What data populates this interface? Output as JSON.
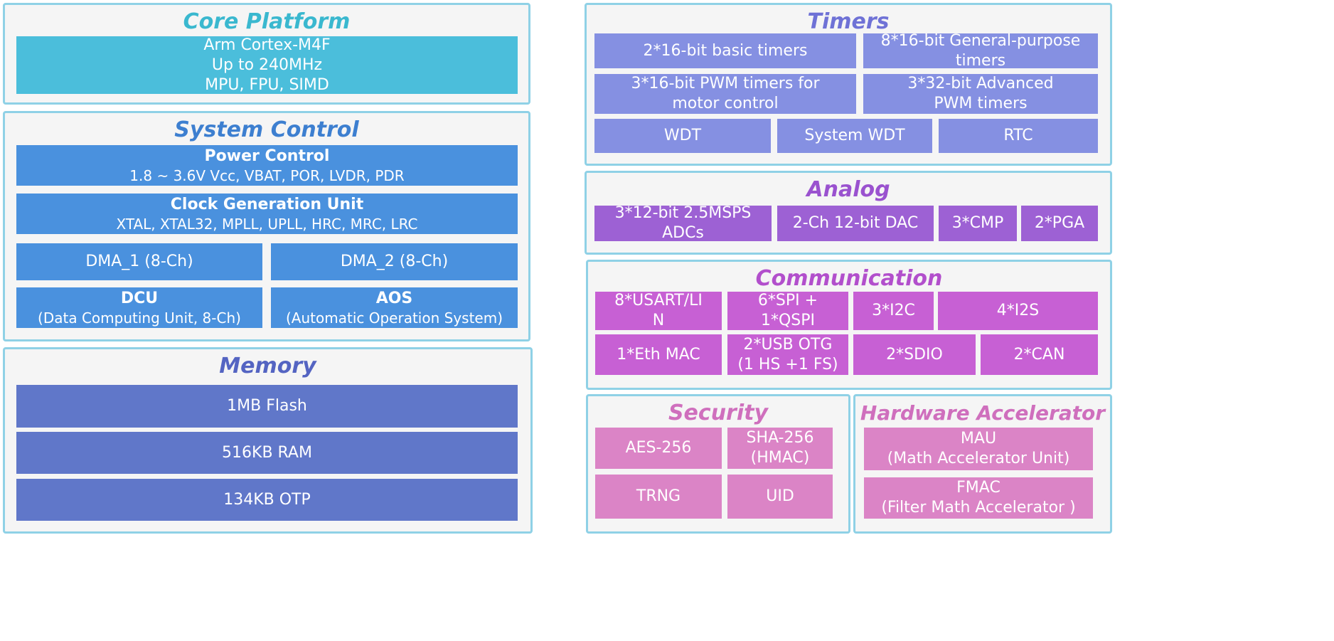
{
  "colors": {
    "panel_border": "#8fd1e6",
    "panel_background": "#f5f5f5",
    "core": "#4bbedb",
    "system_control": "#4a91de",
    "memory": "#6077c9",
    "timers": "#8590e2",
    "analog": "#9d61d4",
    "communication": "#c760d4",
    "security": "#db84c6",
    "hardware_accelerator": "#db84c6",
    "title_core": "#3ab8cf",
    "title_system": "#3d7fd0",
    "title_memory": "#5464c2",
    "title_timers": "#6f72d6",
    "title_analog": "#9a52cf",
    "title_communication": "#b24fcc",
    "title_security": "#cf6fbd",
    "title_hwa": "#cf6fbd"
  },
  "core": {
    "title": "Core Platform",
    "cpu": {
      "line1": "Arm Cortex-M4F",
      "line2": "Up to 240MHz",
      "line3": "MPU, FPU, SIMD"
    }
  },
  "system": {
    "title": "System Control",
    "power": {
      "title": "Power Control",
      "detail": "1.8 ~ 3.6V Vcc, VBAT, POR, LVDR, PDR"
    },
    "clock": {
      "title": "Clock Generation Unit",
      "detail": "XTAL, XTAL32, MPLL, UPLL, HRC, MRC, LRC"
    },
    "dma1": "DMA_1 (8-Ch)",
    "dma2": "DMA_2 (8-Ch)",
    "dcu": {
      "title": "DCU",
      "detail": "(Data Computing Unit, 8-Ch)"
    },
    "aos": {
      "title": "AOS",
      "detail": "(Automatic Operation System)"
    }
  },
  "memory": {
    "title": "Memory",
    "flash": "1MB Flash",
    "ram": "516KB RAM",
    "otp": "134KB OTP"
  },
  "timers": {
    "title": "Timers",
    "basic": "2*16-bit basic timers",
    "general": {
      "line1": "8*16-bit General-purpose",
      "line2": "timers"
    },
    "pwm_motor": {
      "line1": "3*16-bit PWM timers for",
      "line2": "motor control"
    },
    "adv_pwm": {
      "line1": "3*32-bit Advanced",
      "line2": "PWM timers"
    },
    "wdt": "WDT",
    "swdt": "System WDT",
    "rtc": "RTC"
  },
  "analog": {
    "title": "Analog",
    "adc": {
      "line1": "3*12-bit  2.5MSPS",
      "line2": "ADCs"
    },
    "dac": "2-Ch 12-bit DAC",
    "cmp": "3*CMP",
    "pga": "2*PGA"
  },
  "comm": {
    "title": "Communication",
    "usart": {
      "line1": "8*USART/LI",
      "line2": "N"
    },
    "spi": {
      "line1": "6*SPI +",
      "line2": "1*QSPI"
    },
    "i2c": "3*I2C",
    "i2s": "4*I2S",
    "eth": "1*Eth MAC",
    "usb": {
      "line1": "2*USB OTG",
      "line2": "(1 HS +1 FS)"
    },
    "sdio": "2*SDIO",
    "can": "2*CAN"
  },
  "security": {
    "title": "Security",
    "aes": "AES-256",
    "sha": {
      "line1": "SHA-256",
      "line2": "(HMAC)"
    },
    "trng": "TRNG",
    "uid": "UID"
  },
  "hwa": {
    "title": "Hardware Accelerator",
    "mau": {
      "line1": "MAU",
      "line2": "(Math Accelerator Unit)"
    },
    "fmac": {
      "line1": "FMAC",
      "line2": "(Filter Math Accelerator )"
    }
  }
}
